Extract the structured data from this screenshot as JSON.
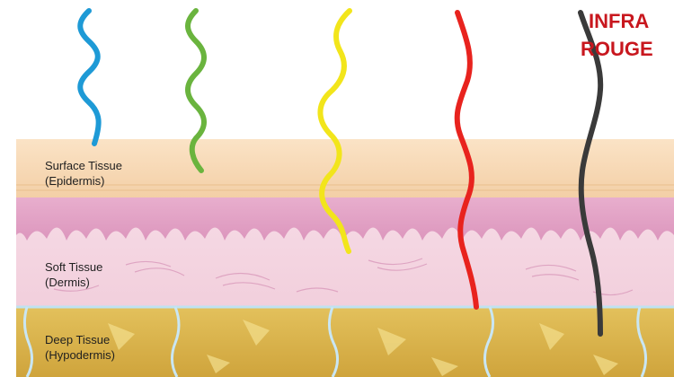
{
  "layers": {
    "surface": {
      "name": "Surface Tissue",
      "sub": "(Epidermis)"
    },
    "soft": {
      "name": "Soft Tissue",
      "sub": "(Dermis)"
    },
    "deep": {
      "name": "Deep Tissue",
      "sub": "(Hypodermis)"
    }
  },
  "infrared_label": {
    "line1": "INFRA",
    "line2": "ROUGE"
  },
  "waves": [
    {
      "name": "blue",
      "color": "#1e9ad6"
    },
    {
      "name": "green",
      "color": "#6ab43e"
    },
    {
      "name": "yellow",
      "color": "#f2e51b"
    },
    {
      "name": "red",
      "color": "#e8231e"
    },
    {
      "name": "infrared",
      "color": "#3a3a3a"
    }
  ],
  "colors": {
    "surface": "#f7d7b2",
    "dermis": "#f4d4e0",
    "dermis_band": "#e6a9cb",
    "hypodermis": "#d9b24a",
    "infrared_text": "#c8171e"
  }
}
